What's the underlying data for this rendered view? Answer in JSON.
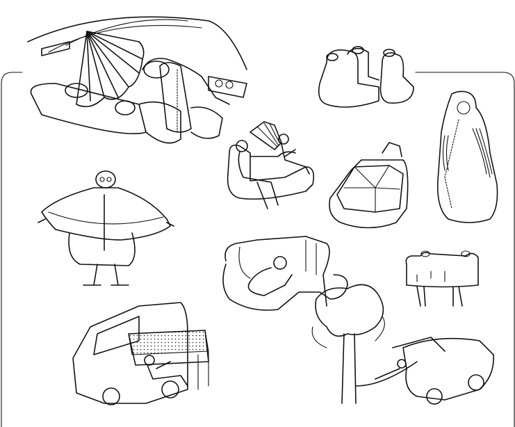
{
  "image": {
    "kind": "line-drawing",
    "colors": {
      "stroke": "#111111",
      "background": "#ffffff"
    },
    "illustrations": [
      {
        "id": "car-interior-with-umbrella-and-sleeping-bag-seat",
        "icon": "car-interior-icon"
      },
      {
        "id": "row-of-car-seats",
        "icon": "car-seats-icon"
      },
      {
        "id": "two-people-on-car-seats-with-fan-canopy",
        "icon": "seated-people-icon"
      },
      {
        "id": "car-seat-with-folded-cushion",
        "icon": "car-seat-icon"
      },
      {
        "id": "standing-wearable-seat-suit",
        "icon": "seat-suit-icon"
      },
      {
        "id": "hooded-poncho-figure",
        "icon": "poncho-icon"
      },
      {
        "id": "person-sleeping-on-seats-under-canopy",
        "icon": "sleeping-person-icon"
      },
      {
        "id": "walking-bench-costume",
        "icon": "walking-bench-icon"
      },
      {
        "id": "van-with-awning-and-reclining-person",
        "icon": "van-awning-icon"
      },
      {
        "id": "tree-hammock-to-car",
        "icon": "tree-hammock-icon"
      }
    ]
  }
}
